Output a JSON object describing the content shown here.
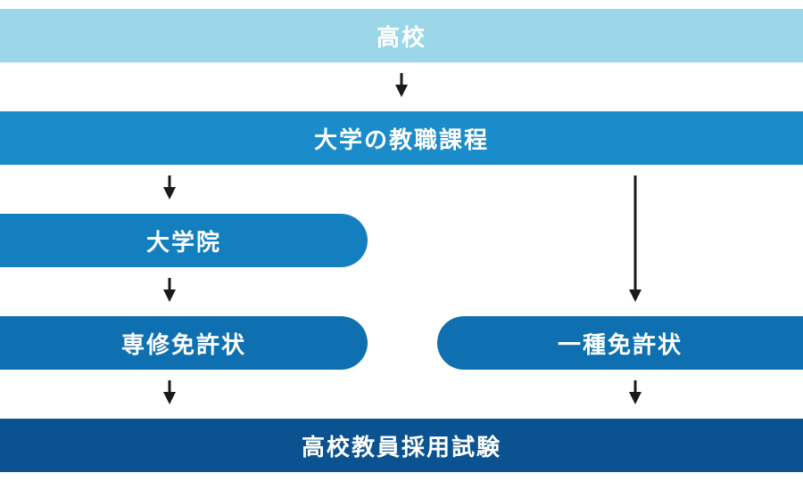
{
  "nodes": {
    "high_school": {
      "label": "高校",
      "color": "#9bd7e8"
    },
    "university": {
      "label": "大学の教職課程",
      "color": "#1a8cc9"
    },
    "graduate_school": {
      "label": "大学院",
      "color": "#137fbf"
    },
    "specialized_license": {
      "label": "専修免許状",
      "color": "#0e70b0"
    },
    "first_class_license": {
      "label": "一種免許状",
      "color": "#0e70b0"
    },
    "teacher_exam": {
      "label": "高校教員採用試験",
      "color": "#0b5290"
    }
  },
  "arrow_color": "#1a1a1a"
}
